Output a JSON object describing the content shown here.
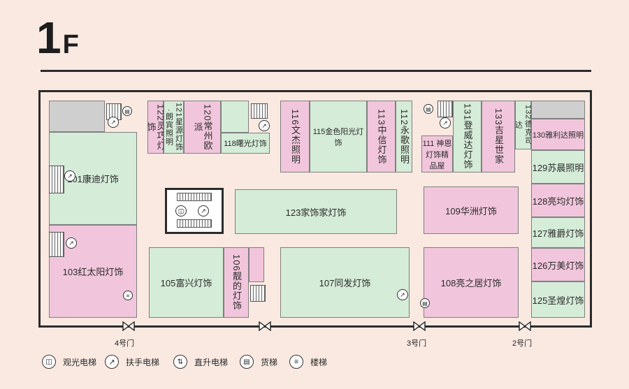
{
  "title": {
    "number": "1",
    "letter": "F"
  },
  "shops": {
    "s101": "101康迪灯饰",
    "s103": "103红太阳灯饰",
    "s105": "105富兴灯饰",
    "s106": "106靓的灯饰",
    "s107": "107同发灯饰",
    "s108": "108亮之居灯饰",
    "s109": "109华洲灯饰",
    "s111": "111 神恩灯饰精品屋",
    "s112": "112永歌照明",
    "s113": "113中信灯饰",
    "s115": "115金色阳光灯饰",
    "s116": "116文杰照明",
    "s118": "118曙光灯饰",
    "s120": "120常州欧派",
    "s121": "121星源灯饰·朗宾照明",
    "s122": "122灵巧灯饰",
    "s123": "123家饰家灯饰",
    "s125": "125圣煌灯饰",
    "s126": "126万美灯饰",
    "s127": "127雅爵灯饰",
    "s128": "128亮均灯饰",
    "s129": "129苏晨照明",
    "s130": "130雅利达照明",
    "s131": "131登威达灯饰",
    "s132": "132德克司达",
    "s133": "133吉星世家"
  },
  "doors": {
    "d4": "4号门",
    "d3": "3号门",
    "d2": "2号门"
  },
  "legend": {
    "sightseeing": "观光电梯",
    "escalator": "扶手电梯",
    "lift": "直升电梯",
    "freight": "货梯",
    "stairs": "楼梯"
  },
  "colors": {
    "green": "#d5ecd8",
    "pink": "#f1c6dc",
    "gray": "#cfcfcf",
    "background": "#f9e9e1"
  }
}
